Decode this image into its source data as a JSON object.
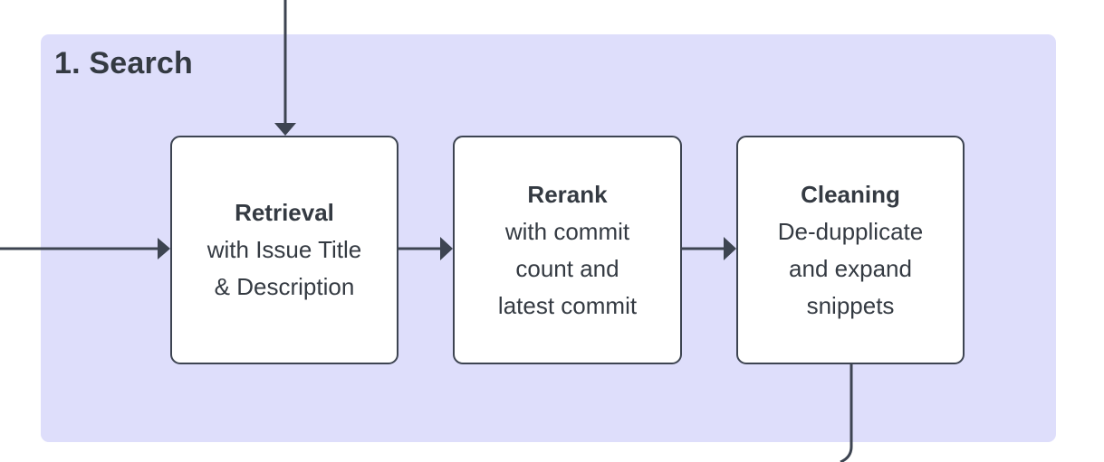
{
  "diagram": {
    "title": "1. Search",
    "background_color": "#ffffff",
    "group_fill_color": "#dedefb",
    "node_fill_color": "#ffffff",
    "stroke_color": "#3d4451",
    "text_color": "#343a42",
    "nodes": [
      {
        "id": "retrieval",
        "title": "Retrieval",
        "lines": [
          "with Issue Title",
          "& Description"
        ]
      },
      {
        "id": "rerank",
        "title": "Rerank",
        "lines": [
          "with commit",
          "count and",
          "latest commit"
        ]
      },
      {
        "id": "cleaning",
        "title": "Cleaning",
        "lines": [
          "De-dupplicate",
          "and expand",
          "snippets"
        ]
      }
    ],
    "edges": [
      {
        "id": "input-left",
        "from": "external-left",
        "to": "retrieval",
        "arrowhead": true
      },
      {
        "id": "input-top",
        "from": "external-top",
        "to": "retrieval",
        "arrowhead": true
      },
      {
        "id": "retrieval-to-rerank",
        "from": "retrieval",
        "to": "rerank",
        "arrowhead": true
      },
      {
        "id": "rerank-to-cleaning",
        "from": "rerank",
        "to": "cleaning",
        "arrowhead": true
      },
      {
        "id": "cleaning-to-output",
        "from": "cleaning",
        "to": "external-bottom",
        "arrowhead": false
      }
    ]
  }
}
